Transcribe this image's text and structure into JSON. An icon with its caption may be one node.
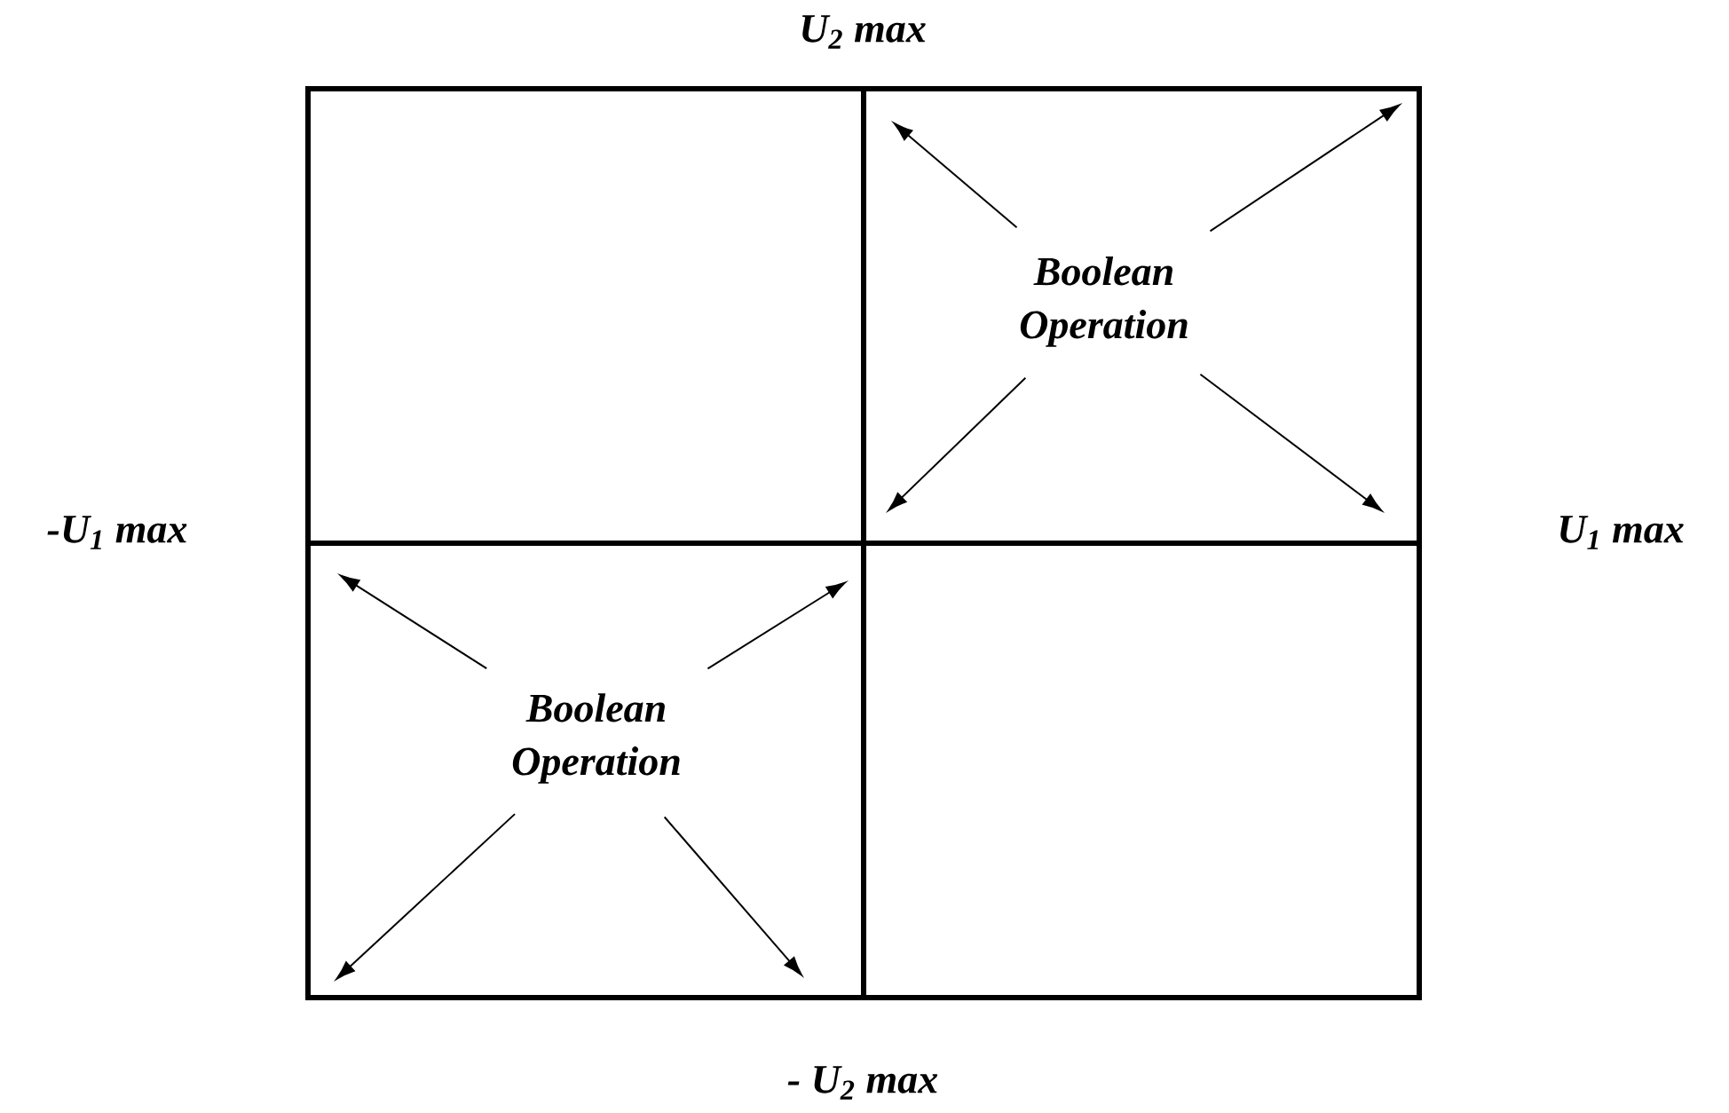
{
  "diagram": {
    "nodes": [
      {
        "text": [],
        "shape": "box"
      },
      {
        "text": [],
        "shape": "box"
      },
      {
        "text": [],
        "shape": "box"
      },
      {
        "text": [],
        "shape": "box"
      },
      {
        "text": [
          "Boolean Operation"
        ],
        "in": 1
      },
      {
        "text": [
          "Boolean Operation"
        ],
        "in": 2
      }
    ],
    "edges": [
      {
        "from": 4,
        "to": null,
        "arrow": "to"
      },
      {
        "from": 4,
        "to": null,
        "arrow": "to"
      },
      {
        "from": 4,
        "to": null,
        "arrow": "to"
      },
      {
        "from": 4,
        "to": null,
        "arrow": "to"
      },
      {
        "from": 5,
        "to": null,
        "arrow": "to"
      },
      {
        "from": 5,
        "to": null,
        "arrow": "to"
      },
      {
        "from": 5,
        "to": null,
        "arrow": "to"
      },
      {
        "from": 5,
        "to": null,
        "arrow": "to"
      }
    ],
    "labels": [
      "U$_{2}$ max",
      "-U$_{1}$ max",
      "U$_{1}$ max",
      "- U$_{2}$ max"
    ]
  }
}
